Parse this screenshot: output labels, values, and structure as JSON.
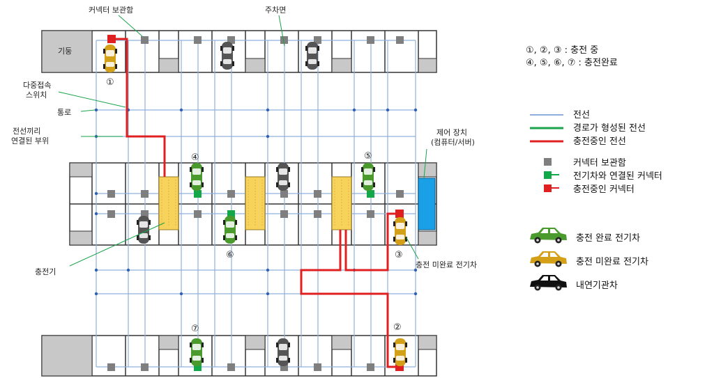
{
  "labels": {
    "connector_storage": "커넥터 보관함",
    "parking_space": "주차면",
    "pillar": "기둥",
    "multi_switch_line1": "다중접속",
    "multi_switch_line2": "스위치",
    "aisle": "통로",
    "wire_joint_line1": "전선끼리",
    "wire_joint_line2": "연결된 부위",
    "controller_line1": "제어 장치",
    "controller_line2": "(컴퓨터/서버)",
    "charger": "충전기",
    "incomplete_ev": "충전 미완료 전기차"
  },
  "markers": {
    "m1": "①",
    "m2": "②",
    "m3": "③",
    "m4": "④",
    "m5": "⑤",
    "m6": "⑥",
    "m7": "⑦"
  },
  "legend": {
    "status_charging": "①, ②, ③ : 충전 중",
    "status_complete": "④, ⑤, ⑥, ⑦ : 충전완료",
    "wire": "전선",
    "routed_wire": "경로가 형성된 전선",
    "charging_wire": "충전중인 전선",
    "connector_storage": "커넥터 보관함",
    "connected_connector": "전기차와 연결된 커넥터",
    "charging_connector": "충전중인 커넥터",
    "ev_complete": "충전 완료 전기차",
    "ev_incomplete": "충전 미완료 전기차",
    "ice_car": "내연기관차"
  },
  "colors": {
    "wire": "#8fb0dc",
    "routed_wire": "#1aa34a",
    "charging_wire": "#e02020",
    "storage": "#7f7f7f",
    "connected": "#12a84a",
    "charging": "#e02020",
    "charger": "#f7d35c",
    "controller": "#1aa0e6",
    "ev_complete": "#4a9a2e",
    "ev_incomplete": "#d4a017",
    "ice": "#555555",
    "pillar": "#c8c8c8"
  }
}
